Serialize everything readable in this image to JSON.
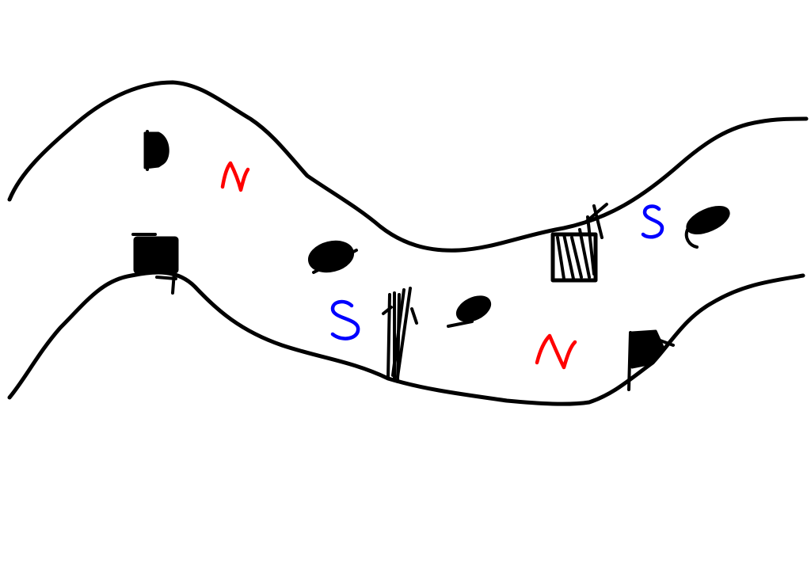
{
  "canvas": {
    "background": "#ffffff"
  },
  "colors": {
    "ink": "#000000",
    "north": "#ff0000",
    "south": "#0000ff"
  },
  "poles": [
    {
      "id": "pole-1",
      "letter": "N",
      "color": "#ff0000"
    },
    {
      "id": "pole-2",
      "letter": "S",
      "color": "#0000ff"
    },
    {
      "id": "pole-3",
      "letter": "S",
      "color": "#0000ff"
    },
    {
      "id": "pole-4",
      "letter": "N",
      "color": "#ff0000"
    }
  ],
  "icons": {
    "road": "road-outline-icon",
    "car": "car-blob-icon",
    "block": "block-icon"
  }
}
